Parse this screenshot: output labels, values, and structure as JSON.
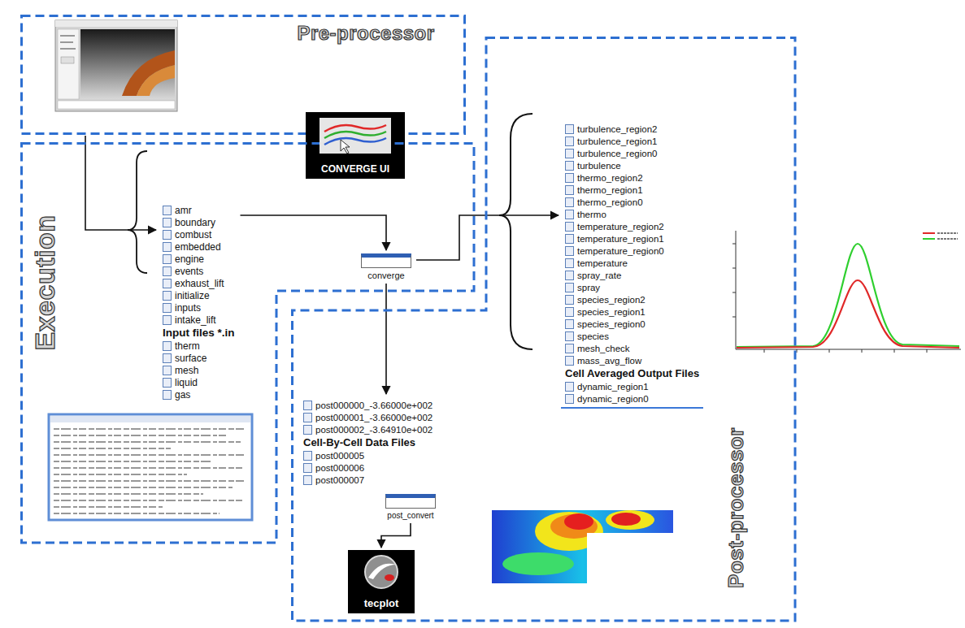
{
  "diagram": {
    "nodes": [
      {
        "text": [
          "Pre-processor"
        ]
      },
      {
        "text": [
          "CONVERGE UI"
        ]
      },
      {
        "text": [
          "Execution"
        ]
      },
      {
        "text": [
          "amr",
          "boundary",
          "combust",
          "embedded",
          "engine",
          "events",
          "exhaust_lift",
          "initialize",
          "inputs",
          "intake_lift",
          "Input files *.in",
          "therm",
          "surface",
          "mesh",
          "liquid",
          "gas"
        ],
        "in": 2
      },
      {
        "text": [
          "converge"
        ],
        "in": 2
      },
      {
        "text": [
          "Post-processor"
        ]
      },
      {
        "text": [
          "turbulence_region2",
          "turbulence_region1",
          "turbulence_region0",
          "turbulence",
          "thermo_region2",
          "thermo_region1",
          "thermo_region0",
          "thermo",
          "temperature_region2",
          "temperature_region1",
          "temperature_region0",
          "temperature",
          "spray_rate",
          "spray",
          "species_region2",
          "species_region1",
          "species_region0",
          "species",
          "mesh_check",
          "mass_avg_flow",
          "Cell Averaged Output Files",
          "dynamic_region1",
          "dynamic_region0"
        ],
        "in": 5
      },
      {
        "text": [
          "post000000_-3.66000e+002",
          "post000001_-3.66000e+002",
          "post000002_-3.64910e+002",
          "Cell-By-Cell Data Files",
          "post000005",
          "post000006",
          "post000007"
        ],
        "in": 5
      },
      {
        "text": [
          "post_convert"
        ],
        "in": 5
      },
      {
        "text": [
          "tecplot"
        ],
        "in": 5
      }
    ],
    "edges": [
      {
        "from": 0,
        "to": 3,
        "arrow": "to"
      },
      {
        "from": 3,
        "to": 4,
        "arrow": "to"
      },
      {
        "from": 4,
        "to": 6,
        "arrow": "to"
      },
      {
        "from": 4,
        "to": 7,
        "arrow": "to"
      },
      {
        "from": 8,
        "to": 9,
        "arrow": "to"
      }
    ]
  }
}
